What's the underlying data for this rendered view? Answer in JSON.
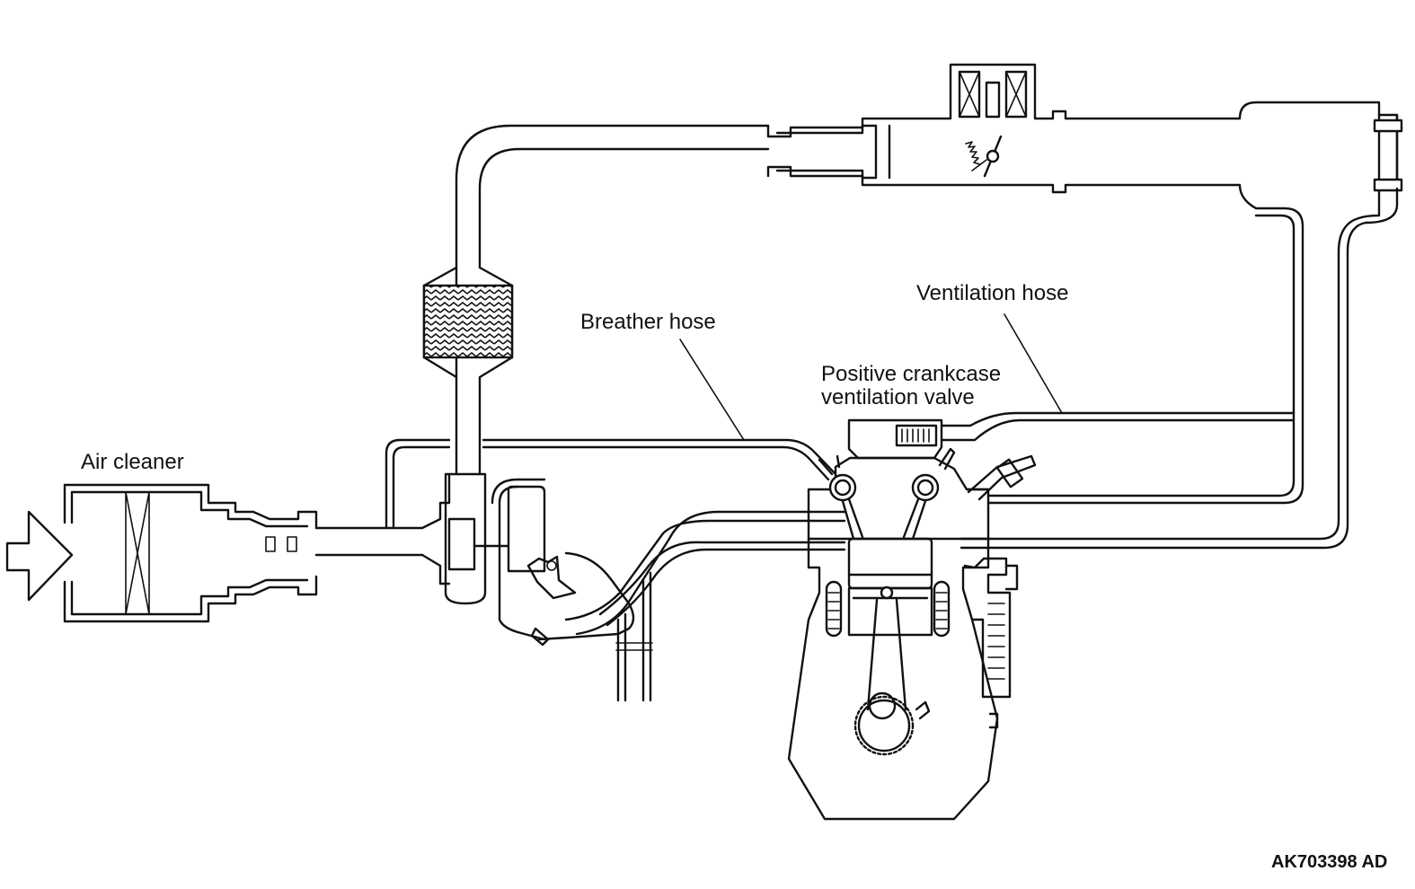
{
  "labels": {
    "air_cleaner": "Air cleaner",
    "breather_hose": "Breather hose",
    "ventilation_hose": "Ventilation hose",
    "pcv_valve_line1": "Positive crankcase",
    "pcv_valve_line2": "ventilation valve"
  },
  "figure_code": "AK703398 AD"
}
